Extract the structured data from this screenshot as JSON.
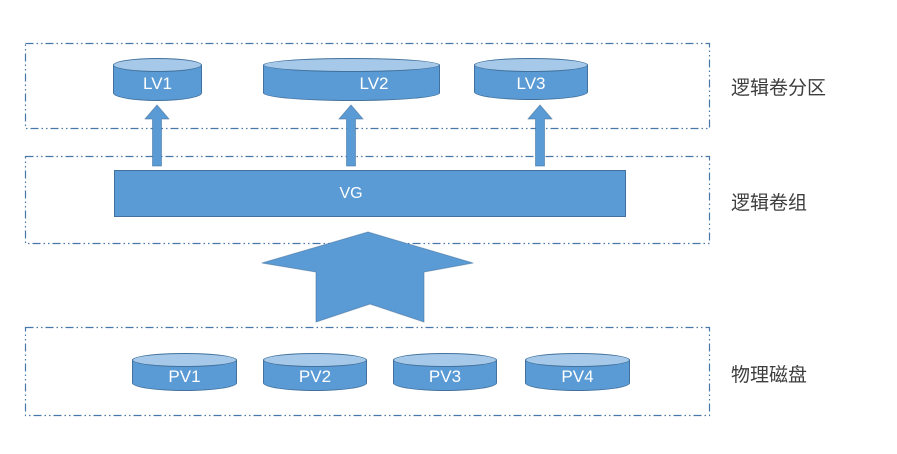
{
  "colors": {
    "shape-fill": "#5b9bd5",
    "shape-top-fill": "#a7c9e9",
    "shape-border": "#41719c",
    "box-border": "#4878ab",
    "side-label-color": "#3d3d3d",
    "shape-text-color": "#ffffff"
  },
  "layers": {
    "logical_partitions": {
      "side_label": "逻辑卷分区",
      "volumes": [
        {
          "label": "LV1"
        },
        {
          "label": "LV2"
        },
        {
          "label": "LV3"
        }
      ]
    },
    "volume_group": {
      "side_label": "逻辑卷组",
      "label": "VG"
    },
    "physical_disks": {
      "side_label": "物理磁盘",
      "disks": [
        {
          "label": "PV1"
        },
        {
          "label": "PV2"
        },
        {
          "label": "PV3"
        },
        {
          "label": "PV4"
        }
      ]
    }
  }
}
